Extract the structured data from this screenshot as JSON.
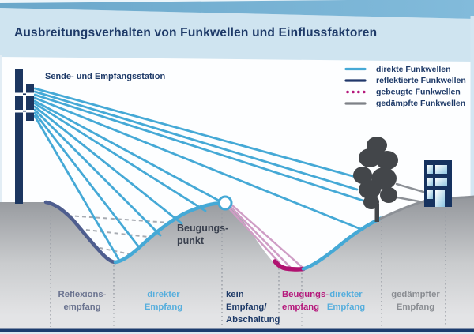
{
  "title": "Ausbreitungsverhalten von Funkwellen und Einflussfaktoren",
  "station_label": "Sende- und Empfangsstation",
  "diffraction_point": {
    "line1": "Beugungs-",
    "line2": "punkt"
  },
  "legend": {
    "items": [
      {
        "label": "direkte Funkwellen",
        "color": "#45a9d6",
        "style": "solid"
      },
      {
        "label": "reflektierte Funkwellen",
        "color": "#21386b",
        "style": "solid"
      },
      {
        "label": "gebeugte Funkwellen",
        "color": "#b5177b",
        "style": "dotted"
      },
      {
        "label": "gedämpfte Funkwellen",
        "color": "#7e8187",
        "style": "solid"
      }
    ],
    "text_color": "#1e3a68"
  },
  "zones": [
    {
      "lines": [
        "Reflexions-",
        "empfang"
      ],
      "color": "#6b7490"
    },
    {
      "lines": [
        "direkter",
        "Empfang"
      ],
      "color": "#56aedd"
    },
    {
      "lines": [
        "kein",
        "Empfang/",
        "Abschaltung"
      ],
      "color": "#1e3a68"
    },
    {
      "lines": [
        "Beugungs-",
        "empfang"
      ],
      "color": "#b5177b"
    },
    {
      "lines": [
        "direkter",
        "Empfang"
      ],
      "color": "#56aedd"
    },
    {
      "lines": [
        "gedämpfter",
        "Empfang"
      ],
      "color": "#8a8d92"
    }
  ],
  "colors": {
    "navy_text": "#1e3a68",
    "direct_wave_blue": "#45a9d6",
    "reflected_navy_outline": "#4e5d8e",
    "diffracted_magenta": "#b01270",
    "diffracted_pink_ray": "#cf9dc5",
    "damped_gray": "#8c9096",
    "reflected_dashed_gray": "#a7abb2",
    "header_band_light": "#cfe4f0",
    "header_stripe_blue": "#76b0d2",
    "terrain_dark": "#94979c",
    "terrain_light": "#e3e4e6",
    "tower_navy": "#1c3660",
    "building_navy": "#16325f",
    "tree_gray": "#43464a",
    "bottom_rule_navy": "#1c3c6e"
  }
}
